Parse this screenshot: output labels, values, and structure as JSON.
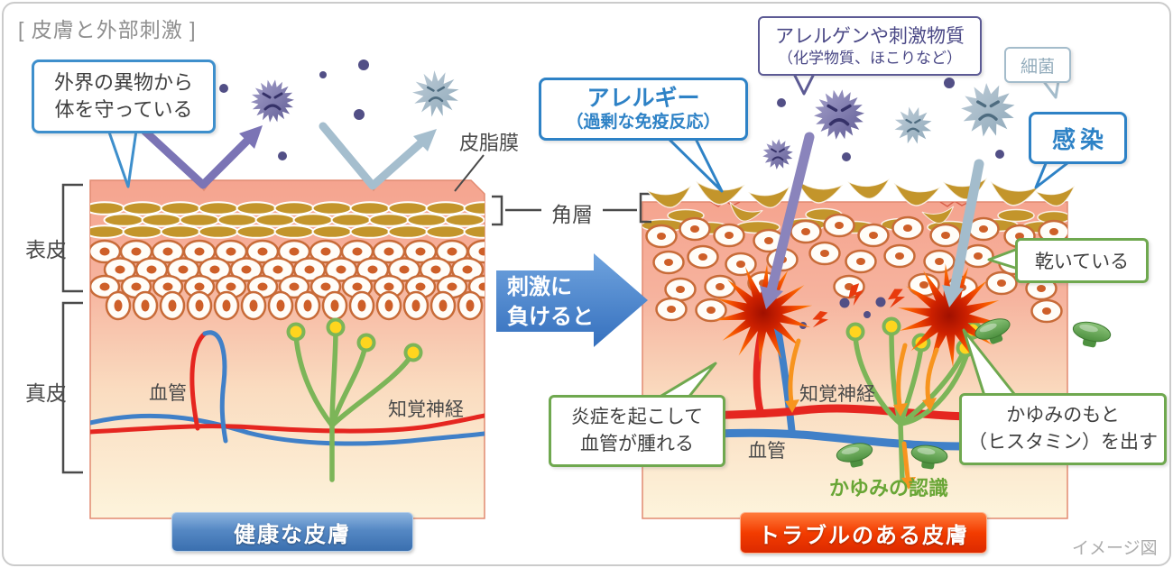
{
  "title": "[ 皮膚と外部刺激 ]",
  "footer_note": "イメージ図",
  "center": {
    "stratum_label": "角層",
    "arrow_line1": "刺激に",
    "arrow_line2": "負けると"
  },
  "left": {
    "bubble_protect_line1": "外界の異物から",
    "bubble_protect_line2": "体を守っている",
    "sebum_label": "皮脂膜",
    "epidermis_label": "表皮",
    "dermis_label": "真皮",
    "vessel_label": "血管",
    "nerve_label": "知覚神経",
    "button": "健康な皮膚"
  },
  "right": {
    "bubble_allergen_line1": "アレルゲンや刺激物質",
    "bubble_allergen_line2": "（化学物質、ほこりなど）",
    "bubble_bacteria": "細菌",
    "bubble_allergy_line1": "アレルギー",
    "bubble_allergy_line2": "（過剰な免疫反応）",
    "bubble_infection": "感染",
    "bubble_dry": "乾いている",
    "bubble_inflammation_line1": "炎症を起こして",
    "bubble_inflammation_line2": "血管が腫れる",
    "bubble_histamine_line1": "かゆみのもと",
    "bubble_histamine_line2": "（ヒスタミン）を出す",
    "itch_recognition": "かゆみの認識",
    "nerve_label": "知覚神経",
    "vessel_label": "血管",
    "button": "トラブルのある皮膚"
  },
  "colors": {
    "accent_blue": "#2E82C6",
    "accent_purple": "#5C5A94",
    "accent_green": "#6FA84F",
    "bacteria_gray": "#A4BCCB",
    "healthy_button_blue": "#4378B6",
    "trouble_button_red": "#F03800",
    "skin_salmon": "#F5A48F",
    "corneocyte_gold": "#C3952B",
    "nerve_green": "#7CB558",
    "vessel_red": "#E52620",
    "vessel_blue": "#4080C8",
    "inflammation_orange": "#F55500",
    "histamine_green": "#4E9140",
    "itch_text_green": "#69A636"
  }
}
